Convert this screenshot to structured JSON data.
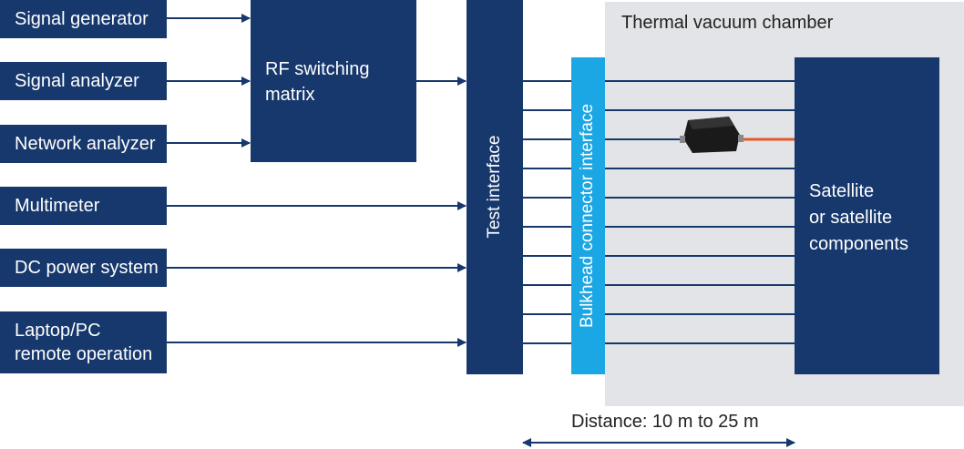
{
  "instruments": [
    {
      "label": "Signal generator"
    },
    {
      "label": "Signal analyzer"
    },
    {
      "label": "Network analyzer"
    },
    {
      "label": "Multimeter"
    },
    {
      "label": "DC power system"
    },
    {
      "label": "Laptop/PC\nremote operation"
    }
  ],
  "rf_matrix": {
    "label": "RF switching\nmatrix"
  },
  "test_interface": {
    "label": "Test interface"
  },
  "bulkhead": {
    "label": "Bulkhead connector interface"
  },
  "chamber": {
    "label": "Thermal vacuum chamber"
  },
  "satellite": {
    "label": "Satellite\nor satellite\ncomponents"
  },
  "distance": {
    "label": "Distance: 10 m to 25 m"
  },
  "colors": {
    "navy": "#17386d",
    "cyan": "#1ba6e4",
    "chamber": "#e3e4e7",
    "cable": "#e8562a"
  },
  "icons": {
    "device": "rf-device-icon"
  }
}
